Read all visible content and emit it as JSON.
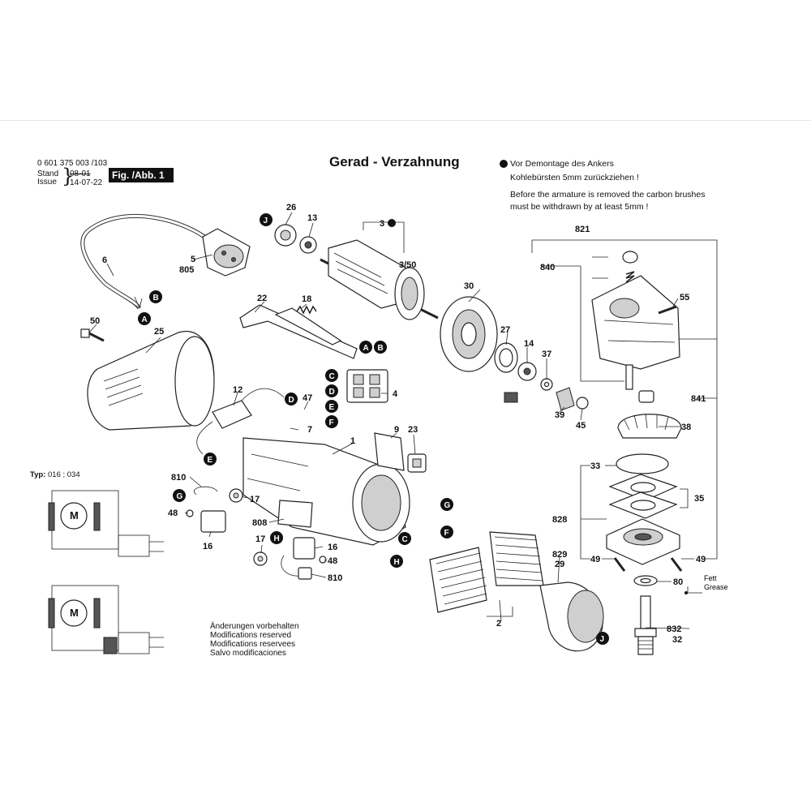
{
  "header": {
    "doc_number": "0 601 375 003 /103",
    "stand_label": "Stand",
    "issue_label": "Issue",
    "stand_date": "08-01",
    "issue_date": "14-07-22",
    "fig_label": "Fig. /Abb. 1",
    "title": "Gerad - Verzahnung"
  },
  "note": {
    "de_line1": "Vor Demontage des Ankers",
    "de_line2": "Kohlebürsten 5mm zurückziehen !",
    "en_line1": "Before the armature is removed the carbon brushes",
    "en_line2": "must be withdrawn by at least 5mm !"
  },
  "footer": {
    "line1": "Änderungen vorbehalten",
    "line2": "Modifications reserved",
    "line3": "Modifications reservees",
    "line4": "Salvo modificaciones"
  },
  "typ": {
    "label": "Typ:",
    "values": "016 ; 034"
  },
  "motor_symbol": "M",
  "grease": {
    "de": "Fett",
    "en": "Grease"
  },
  "parts": {
    "p26": "26",
    "p13": "13",
    "p3": "3",
    "p3_50": "3/50",
    "p30": "30",
    "p27": "27",
    "p14": "14",
    "p37": "37",
    "p39": "39",
    "p45": "45",
    "p5": "5",
    "p805": "805",
    "p6": "6",
    "p22": "22",
    "p18": "18",
    "p50": "50",
    "p25": "25",
    "p4": "4",
    "p12": "12",
    "p47": "47",
    "p7": "7",
    "p1": "1",
    "p9": "9",
    "p23": "23",
    "p810a": "810",
    "p17a": "17",
    "p48a": "48",
    "p16a": "16",
    "p808": "808",
    "p17b": "17",
    "p16b": "16",
    "p48b": "48",
    "p810b": "810",
    "p2": "2",
    "p829": "829",
    "p29": "29",
    "p821": "821",
    "p840": "840",
    "p55": "55",
    "p841": "841",
    "p38": "38",
    "p33": "33",
    "p35": "35",
    "p828": "828",
    "p49a": "49",
    "p49b": "49",
    "p80": "80",
    "p832": "832",
    "p32": "32"
  },
  "markers": {
    "J": "J",
    "B": "B",
    "A": "A",
    "C": "C",
    "D": "D",
    "E": "E",
    "F": "F",
    "G": "G",
    "H": "H"
  }
}
